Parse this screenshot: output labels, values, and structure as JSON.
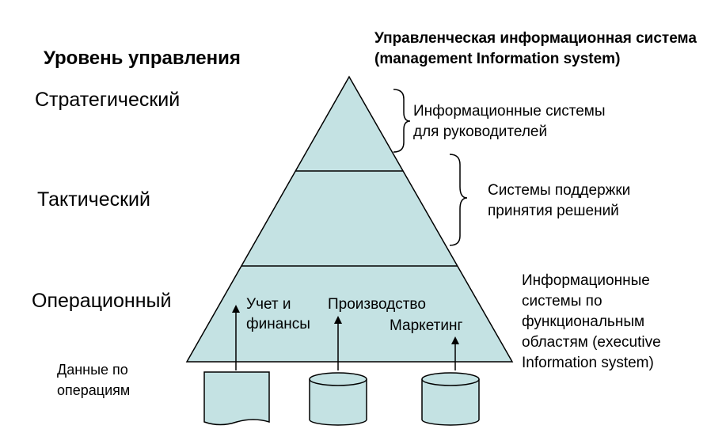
{
  "heading": "Уровень управления",
  "levels": {
    "strategic": "Стратегический",
    "tactical": "Тактический",
    "operational": "Операционный"
  },
  "mis_title": "Управленческая информационная система (management Information system)",
  "annotations": {
    "executive_systems": [
      "Информационные системы",
      "для руководителей"
    ],
    "decision_support": [
      "Системы поддержки",
      "принятия решений"
    ],
    "functional_systems": [
      "Информационные",
      "системы по",
      "функциональным",
      "областям (executive",
      "Information system)"
    ]
  },
  "functional_areas": {
    "finance": [
      "Учет и",
      "финансы"
    ],
    "production": "Производство",
    "marketing": "Маркетинг"
  },
  "operations_data": [
    "Данные по",
    "операциям"
  ],
  "colors": {
    "pyramid_fill": "#c4e2e3",
    "stroke": "#000000",
    "background": "#ffffff"
  }
}
